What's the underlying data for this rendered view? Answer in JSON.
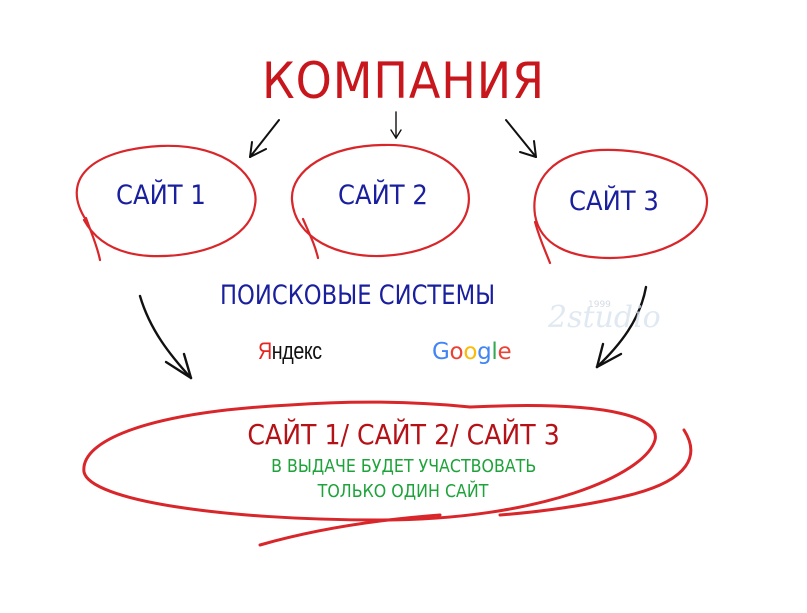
{
  "diagram": {
    "title": "КОМПАНИЯ",
    "sites": [
      {
        "label": "САЙТ 1"
      },
      {
        "label": "САЙТ 2"
      },
      {
        "label": "САЙТ 3"
      }
    ],
    "search_engines": {
      "heading": "ПОИСКОВЫЕ СИСТЕМЫ",
      "yandex": {
        "first": "Я",
        "rest": "ндекс"
      },
      "google": {
        "letters": [
          "G",
          "o",
          "o",
          "g",
          "l",
          "e"
        ]
      }
    },
    "result": {
      "title": "САЙТ 1/ САЙТ 2/ САЙТ 3",
      "line1": "В ВЫДАЧЕ БУДЕТ УЧАСТВОВАТЬ",
      "line2": "ТОЛЬКО ОДИН САЙТ"
    },
    "watermark": {
      "text": "2studio",
      "year": "1999"
    }
  },
  "colors": {
    "title_red": "#c8161d",
    "ellipse_red": "#d8262a",
    "site_blue": "#1a1f9e",
    "result_green": "#1ea33a",
    "arrow_black": "#111111",
    "google": [
      "#4285f4",
      "#ea4335",
      "#fbbc05",
      "#4285f4",
      "#34a853",
      "#ea4335"
    ]
  }
}
